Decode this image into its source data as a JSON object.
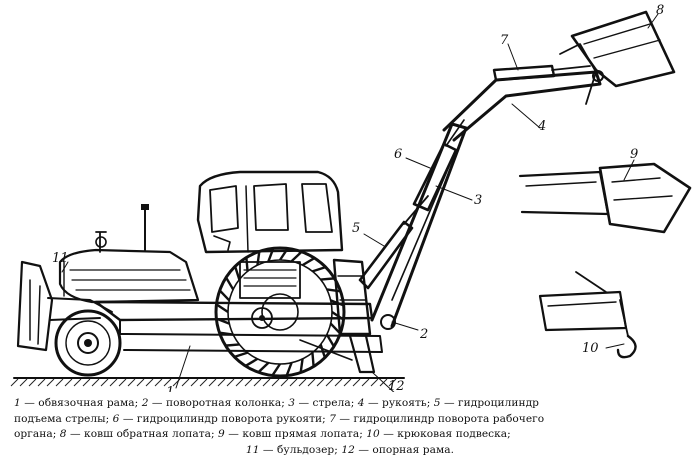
{
  "callouts": {
    "c1": "1",
    "c2": "2",
    "c3": "3",
    "c4": "4",
    "c5": "5",
    "c6": "6",
    "c7": "7",
    "c8": "8",
    "c9": "9",
    "c10": "10",
    "c11": "11",
    "c12": "12"
  },
  "caption": {
    "line1": [
      {
        "n": "1",
        "t": " — обвязочная рама; "
      },
      {
        "n": "2",
        "t": " — поворотная колонка; "
      },
      {
        "n": "3",
        "t": " — стрела; "
      },
      {
        "n": "4",
        "t": " — рукоять; "
      },
      {
        "n": "5",
        "t": " — гидроцилиндр"
      }
    ],
    "line2": [
      {
        "n": "",
        "t": "подъема стрелы; "
      },
      {
        "n": "6",
        "t": " — гидроцилиндр поворота рукояти; "
      },
      {
        "n": "7",
        "t": " — гидроцилиндр поворота рабочего"
      }
    ],
    "line3": [
      {
        "n": "",
        "t": "органа; "
      },
      {
        "n": "8",
        "t": " — ковш обратная лопата; "
      },
      {
        "n": "9",
        "t": " — ковш прямая лопата; "
      },
      {
        "n": "10",
        "t": " — крюковая подвеска;"
      }
    ],
    "line4": [
      {
        "n": "11",
        "t": " — бульдозер; "
      },
      {
        "n": "12",
        "t": " — опорная рама."
      }
    ]
  }
}
